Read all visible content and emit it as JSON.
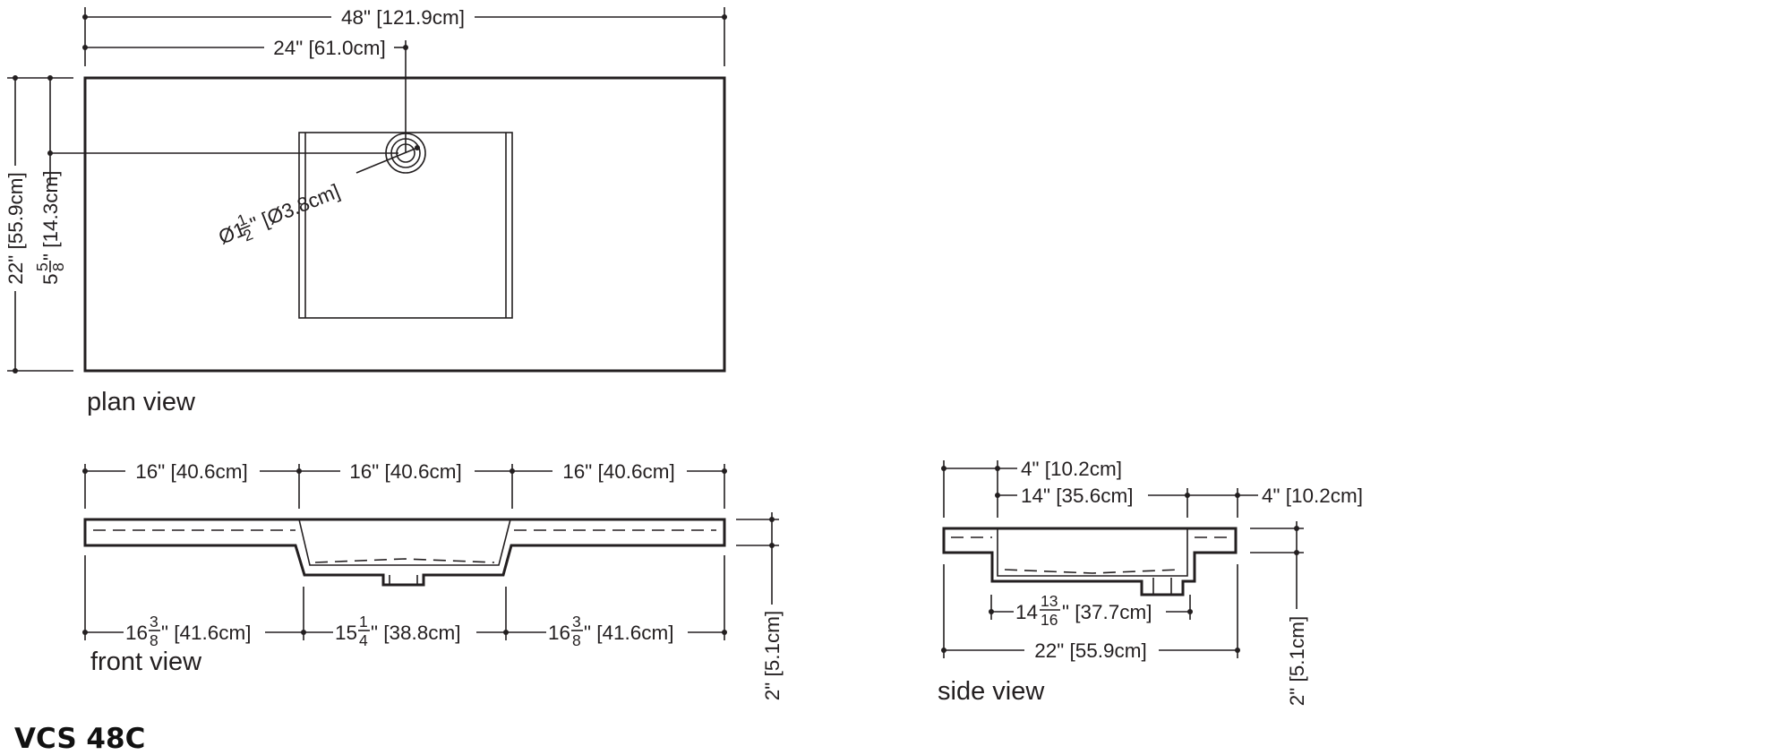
{
  "model": "VCS 48C",
  "plan_view": {
    "label": "plan view",
    "overall_width": "48\" [121.9cm]",
    "drain_offset": "24\" [61.0cm]",
    "drain_diameter": {
      "prefix": "Ø1",
      "num": "1",
      "den": "2",
      "suffix": "\" [Ø3.8cm]"
    },
    "depth": "22\" [55.9cm]",
    "drain_from_back": {
      "whole": "5",
      "num": "5",
      "den": "8",
      "suffix": "\" [14.3cm]"
    }
  },
  "front_view": {
    "label": "front view",
    "top_left": "16\" [40.6cm]",
    "top_center": "16\" [40.6cm]",
    "top_right": "16\" [40.6cm]",
    "bottom_left": {
      "whole": "16",
      "num": "3",
      "den": "8",
      "suffix": "\" [41.6cm]"
    },
    "bottom_center": {
      "whole": "15",
      "num": "1",
      "den": "4",
      "suffix": "\" [38.8cm]"
    },
    "bottom_right": {
      "whole": "16",
      "num": "3",
      "den": "8",
      "suffix": "\" [41.6cm]"
    },
    "thickness": "2\" [5.1cm]"
  },
  "side_view": {
    "label": "side view",
    "back_offset": "4\" [10.2cm]",
    "bowl_width": "14\" [35.6cm]",
    "front_offset": "4\" [10.2cm]",
    "bowl_bottom": {
      "whole": "14",
      "num": "13",
      "den": "16",
      "suffix": "\" [37.7cm]"
    },
    "overall_depth": "22\" [55.9cm]",
    "thickness": "2\" [5.1cm]"
  }
}
